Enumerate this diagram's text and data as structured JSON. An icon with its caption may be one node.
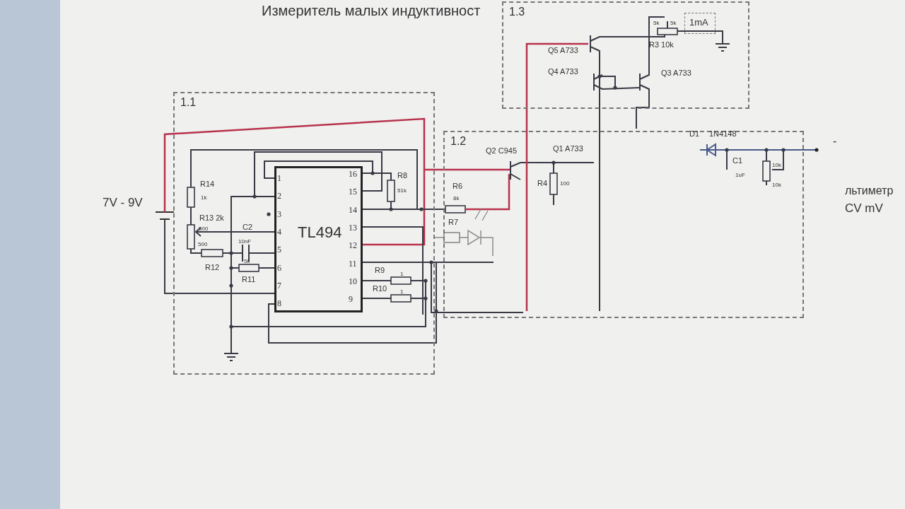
{
  "diagram": {
    "title": "Измеритель  малых индуктивност",
    "nodes": [
      {
        "text": [
          "1.1"
        ]
      },
      {
        "text": [
          "TL494"
        ],
        "in": 0
      },
      {
        "text": [
          "1.2"
        ]
      },
      {
        "text": [
          "1.3"
        ]
      },
      {
        "text": [
          "1mA"
        ],
        "in": 3
      }
    ],
    "edges": [],
    "labels": [
      "7V - 9V",
      "R14",
      "1k",
      "R13 2k",
      "500",
      "500",
      "C2",
      "10nF",
      "5k",
      "R12",
      "R11",
      "R8",
      "51k",
      "R9",
      "1",
      "R10",
      "1",
      "1",
      "2",
      "3",
      "4",
      "5",
      "6",
      "7",
      "8",
      "9",
      "10",
      "11",
      "12",
      "13",
      "14",
      "15",
      "16",
      "Q2 C945",
      "R6",
      "8k",
      "R7",
      "Q1 A733",
      "R4",
      "100",
      "Q5 A733",
      "Q4 A733",
      "Q3 A733",
      "R3 10k",
      "5k",
      "5k",
      "D1",
      "1N4148",
      "-",
      "C1",
      "1uF",
      "10k",
      "10k",
      "льтиметр",
      "CV  mV"
    ]
  }
}
